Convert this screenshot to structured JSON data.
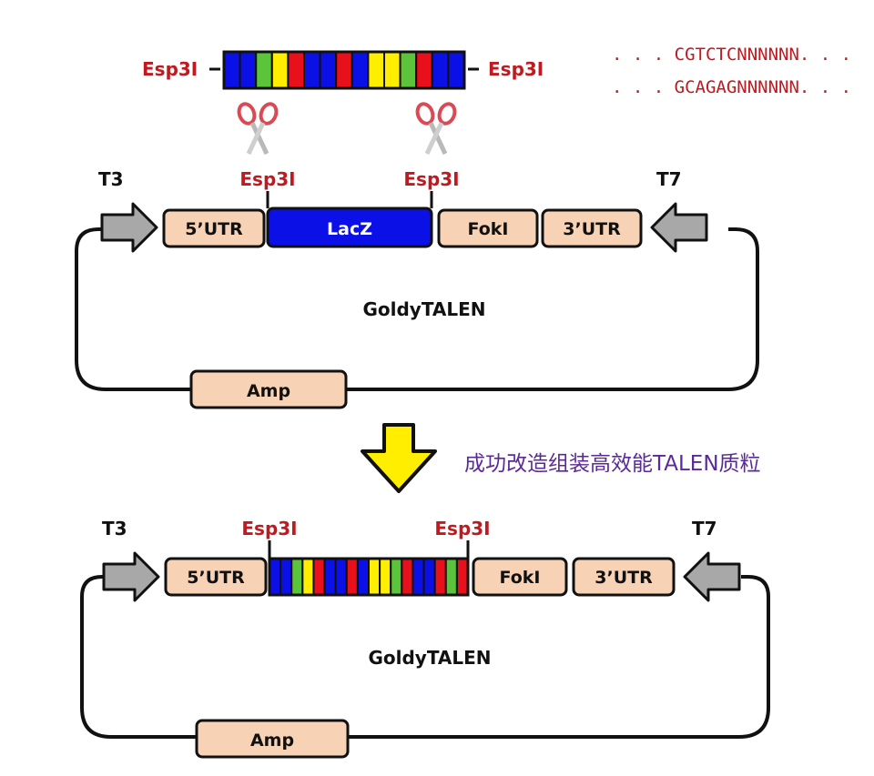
{
  "colors": {
    "backbone": "#111111",
    "utr_fill": "#f7d2b4",
    "lacz_fill": "#0b10e6",
    "site_label": "#c0191f",
    "caption": "#5b2a9a",
    "promoter_fill": "#a8a8a8",
    "arrow_fill": "#ffee00",
    "repeat_colors": [
      "#0b10e6",
      "#e8101a",
      "#ffee00",
      "#5cc43a"
    ]
  },
  "top_module": {
    "left_site": "Esp3I",
    "right_site": "Esp3I",
    "repeats": [
      "#0b10e6",
      "#0b10e6",
      "#5cc43a",
      "#ffee00",
      "#e8101a",
      "#0b10e6",
      "#0b10e6",
      "#e8101a",
      "#0b10e6",
      "#ffee00",
      "#ffee00",
      "#5cc43a",
      "#e8101a",
      "#0b10e6",
      "#0b10e6"
    ]
  },
  "sequence": {
    "line1": ". . . CGTCTCNNNNNN. . .",
    "line2": ". . . GCAGAGNNNNNN. . ."
  },
  "icons": {
    "scissors_left": "scissors-icon",
    "scissors_right": "scissors-icon",
    "down_arrow": "down-arrow-icon"
  },
  "plasmid_top": {
    "t3_label": "T3",
    "t7_label": "T7",
    "site_left": "Esp3I",
    "site_right": "Esp3I",
    "utr5": "5’UTR",
    "lacz": "LacZ",
    "foki": "FokI",
    "utr3": "3’UTR",
    "name": "GoldyTALEN",
    "amp": "Amp"
  },
  "caption": "成功改造组装高效能TALEN质粒",
  "plasmid_bottom": {
    "t3_label": "T3",
    "t7_label": "T7",
    "site_left": "Esp3I",
    "site_right": "Esp3I",
    "utr5": "5’UTR",
    "foki": "FokI",
    "utr3": "3’UTR",
    "name": "GoldyTALEN",
    "amp": "Amp",
    "repeats": [
      "#0b10e6",
      "#0b10e6",
      "#5cc43a",
      "#ffee00",
      "#e8101a",
      "#0b10e6",
      "#0b10e6",
      "#e8101a",
      "#0b10e6",
      "#ffee00",
      "#ffee00",
      "#5cc43a",
      "#e8101a",
      "#0b10e6",
      "#0b10e6",
      "#e8101a",
      "#5cc43a",
      "#e8101a"
    ]
  }
}
